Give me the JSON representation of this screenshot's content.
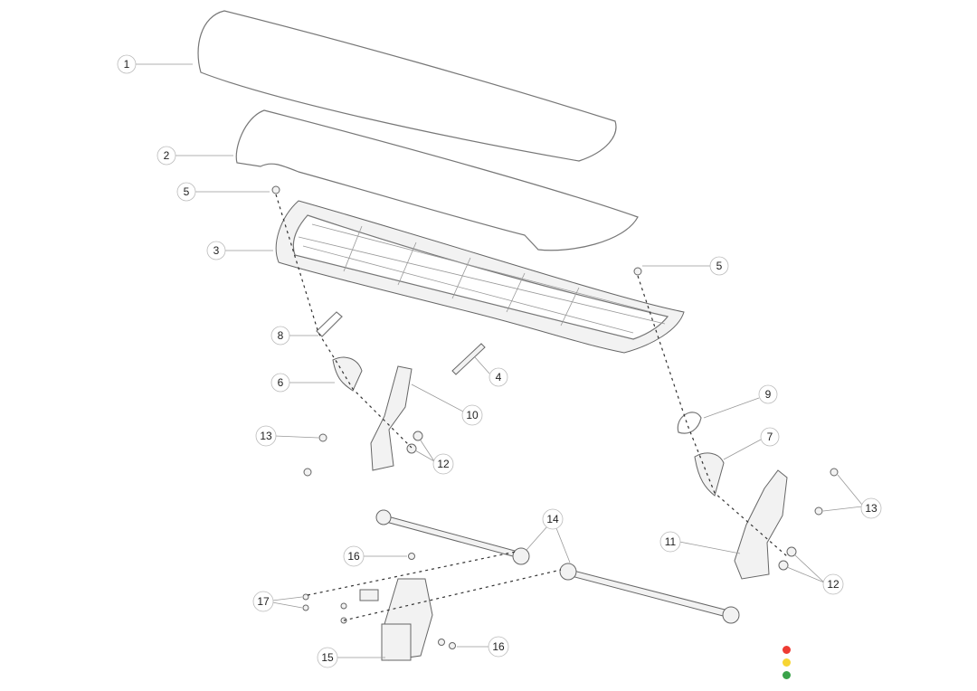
{
  "diagram": {
    "callouts": [
      "1",
      "2",
      "5",
      "3",
      "5",
      "8",
      "4",
      "6",
      "10",
      "9",
      "13",
      "12",
      "7",
      "13",
      "14",
      "11",
      "16",
      "12",
      "17",
      "16",
      "15"
    ]
  },
  "status_dots": {
    "colors": [
      "#ee3b33",
      "#f7d532",
      "#3aa34a"
    ]
  }
}
